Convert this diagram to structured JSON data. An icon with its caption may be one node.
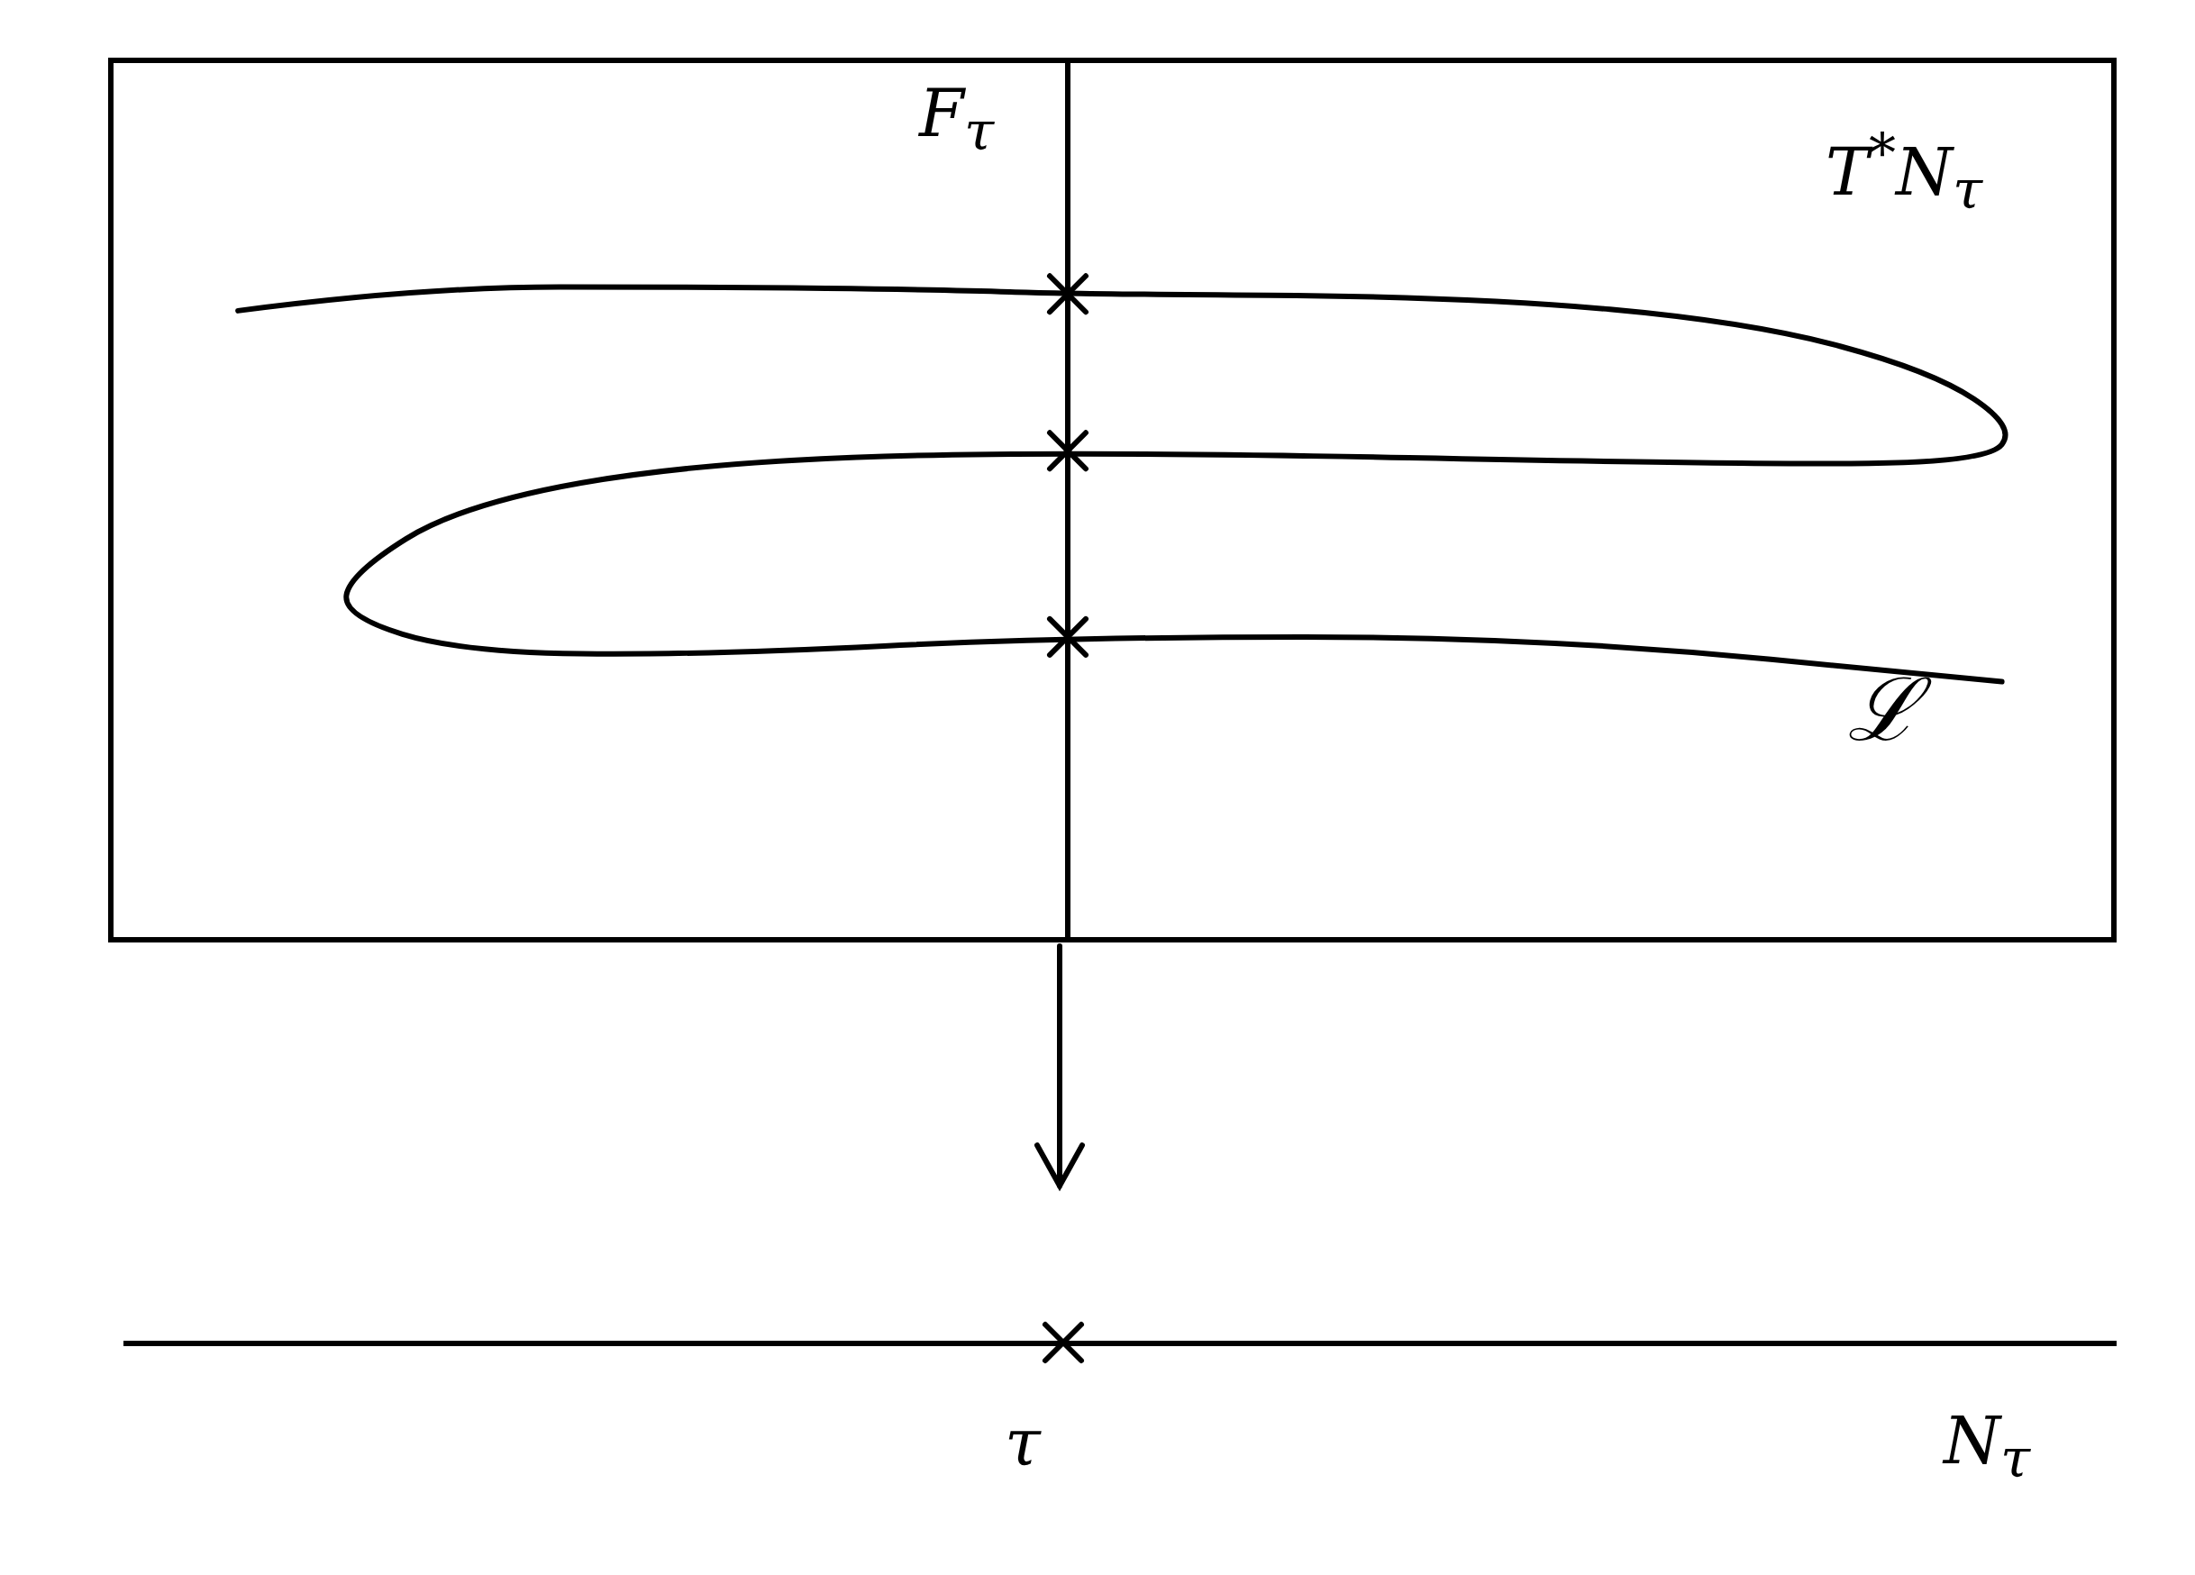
{
  "diagram": {
    "nodes": [
      {
        "text": [
          "T$^{*}$N$_{τ}$"
        ]
      },
      {
        "text": [
          "N$_{τ}$"
        ]
      }
    ],
    "edges": [
      {
        "from": 0,
        "to": 1,
        "arrow": "to"
      }
    ],
    "labels": [
      "F$_{τ}$",
      "ℒ",
      "τ"
    ]
  }
}
